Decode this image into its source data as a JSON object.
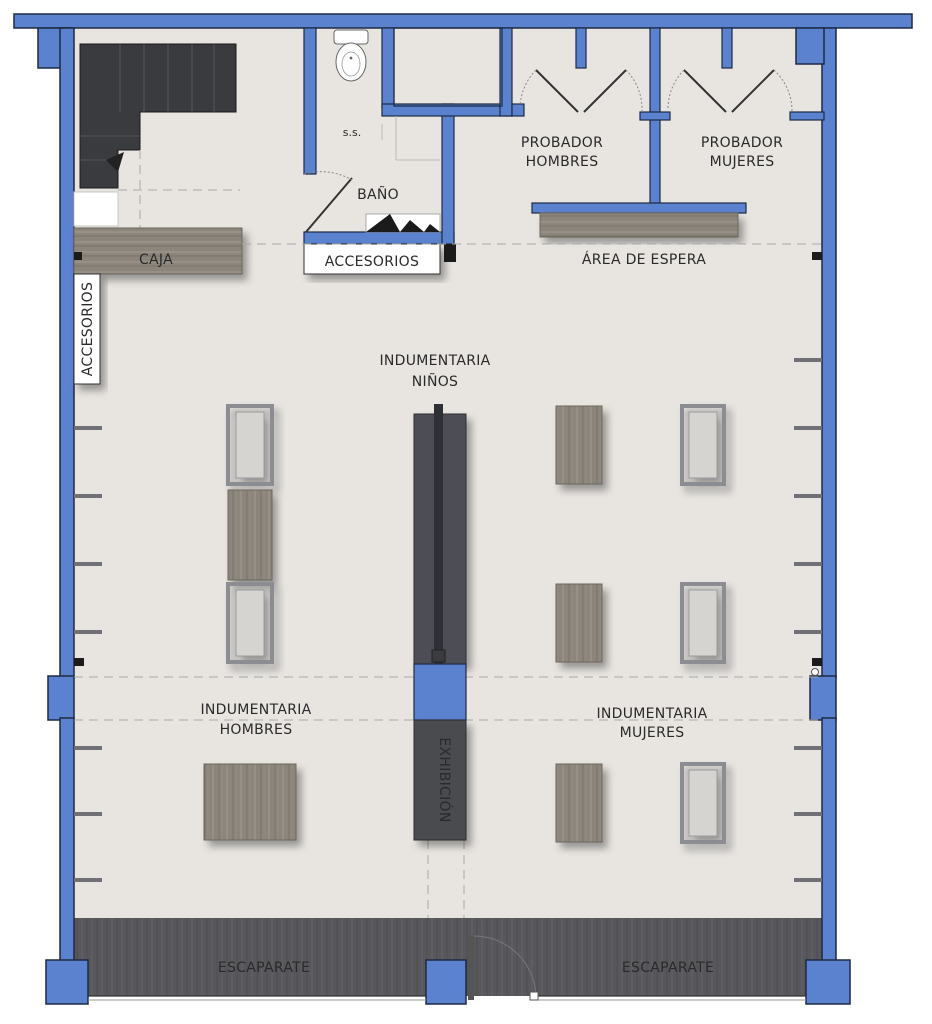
{
  "colors": {
    "wall": "#5b82cf",
    "wall_outline": "#1d2a44",
    "floor": "#e8e5e1",
    "wood": "#8a8278",
    "dark_floor": "#55555a",
    "stair": "#3a3b3e",
    "gondola": "#4d4e54",
    "rack": "#8c8d92"
  },
  "labels": {
    "ss": "s.s.",
    "bano": "BAÑO",
    "probador_hombres_1": "PROBADOR",
    "probador_hombres_2": "HOMBRES",
    "probador_mujeres_1": "PROBADOR",
    "probador_mujeres_2": "MUJERES",
    "caja": "CAJA",
    "accesorios_top": "ACCESORIOS",
    "accesorios_side": "ACCESORIOS",
    "area_espera": "ÁREA DE ESPERA",
    "ninos_1": "INDUMENTARIA",
    "ninos_2": "NIÑOS",
    "hombres_1": "INDUMENTARIA",
    "hombres_2": "HOMBRES",
    "mujeres_1": "INDUMENTARIA",
    "mujeres_2": "MUJERES",
    "exhibicion": "EXHIBICIÓN",
    "escaparate_left": "ESCAPARATE",
    "escaparate_right": "ESCAPARATE"
  }
}
